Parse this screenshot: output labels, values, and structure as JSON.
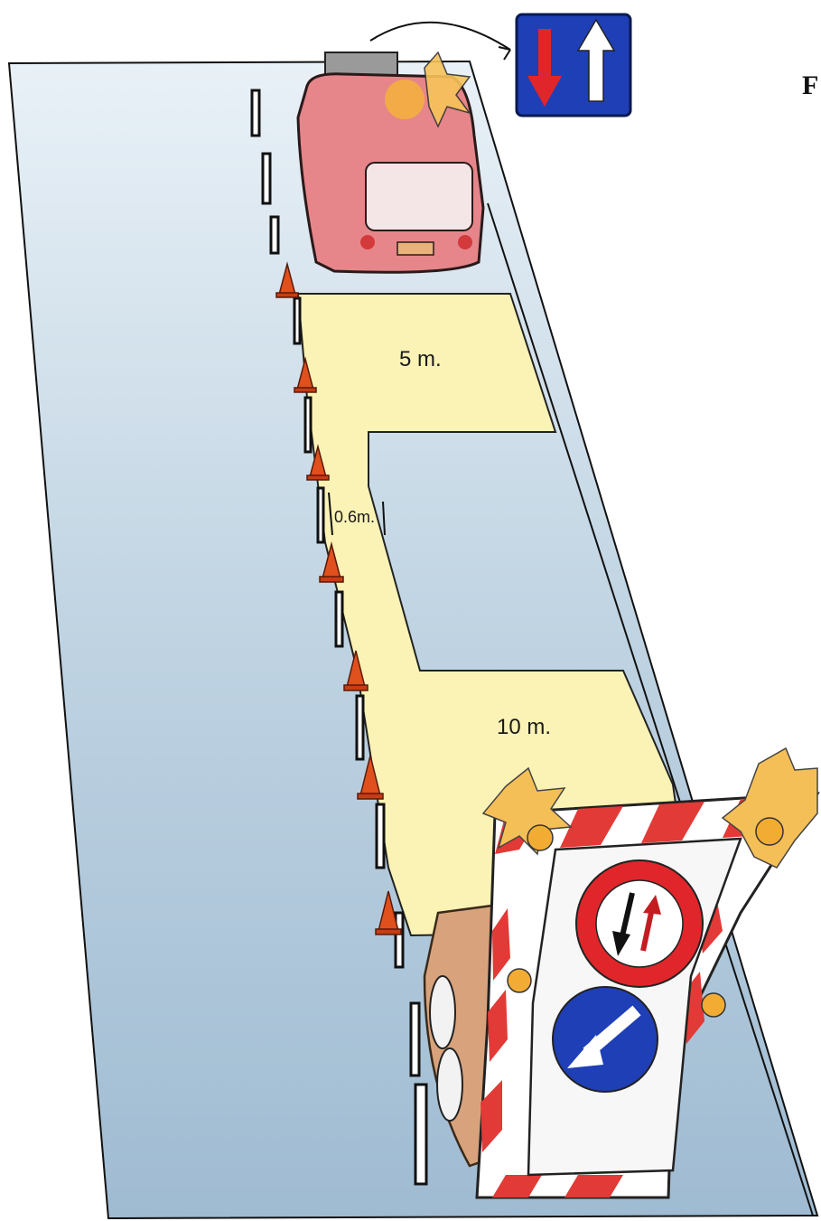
{
  "diagram": {
    "labels": {
      "zone_top": "5 m.",
      "gap_width": "0.6m.",
      "zone_bottom": "10 m."
    },
    "edge_text": "F",
    "sign_top": "two-way-traffic-sign",
    "sign_bottom_round": "no-entry-oncoming-priority-sign",
    "sign_bottom_blue": "keep-left-arrow-sign",
    "colors": {
      "road": "#b9cfde",
      "zone": "#fbf3b5",
      "sign_blue": "#1f3fb6",
      "sign_red": "#e0262b",
      "truck_red": "#d9565b",
      "cone": "#e0501d",
      "beacon": "#f3b13a"
    }
  }
}
